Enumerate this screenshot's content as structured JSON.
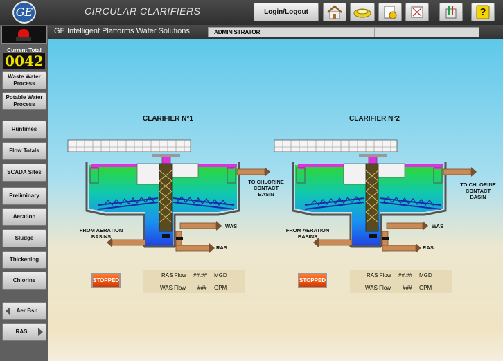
{
  "header": {
    "logo_text": "GE",
    "title": "CIRCULAR CLARIFIERS",
    "login_label": "Login/Logout",
    "toolbar_icons": [
      "home-icon",
      "overview-icon",
      "trends-icon",
      "map-icon",
      "tools-icon",
      "help-icon"
    ],
    "help_glyph": "?"
  },
  "subheader": {
    "company": "GE Intelligent Platforms Water Solutions",
    "user": "ADMINISTRATOR"
  },
  "sidebar": {
    "total_label": "Current Total",
    "total_value": "0042",
    "buttons": [
      "Waste Water Process",
      "Potable Water Process",
      "Runtimes",
      "Flow Totals",
      "SCADA Sites",
      "Preliminary",
      "Aeration",
      "Sludge",
      "Thickening",
      "Chlorine"
    ],
    "prev_label": "Aer Bsn",
    "next_label": "RAS"
  },
  "clarifiers": [
    {
      "title": "CLARIFIER N°1",
      "to_label": "TO CHLORINE CONTACT BASIN",
      "from_label": "FROM AERATION BASINS",
      "was_label": "WAS",
      "ras_label": "RAS",
      "status": "STOPPED",
      "ras_flow_label": "RAS Flow",
      "ras_flow_value": "##.##",
      "ras_flow_unit": "MGD",
      "was_flow_label": "WAS Flow",
      "was_flow_value": "###",
      "was_flow_unit": "GPM"
    },
    {
      "title": "CLARIFIER N°2",
      "to_label": "TO CHLORINE CONTACT BASIN",
      "from_label": "FROM AERATION BASINS",
      "was_label": "WAS",
      "ras_label": "RAS",
      "status": "STOPPED",
      "ras_flow_label": "RAS Flow",
      "ras_flow_value": "##.##",
      "ras_flow_unit": "MGD",
      "was_flow_label": "WAS Flow",
      "was_flow_value": "###",
      "was_flow_unit": "GPM"
    }
  ],
  "colors": {
    "water_top": "#2fd82f",
    "water_bottom": "#2050e0",
    "status_stopped": "#e04a10",
    "pipe": "#c98a55",
    "counter": "#f0e000"
  }
}
